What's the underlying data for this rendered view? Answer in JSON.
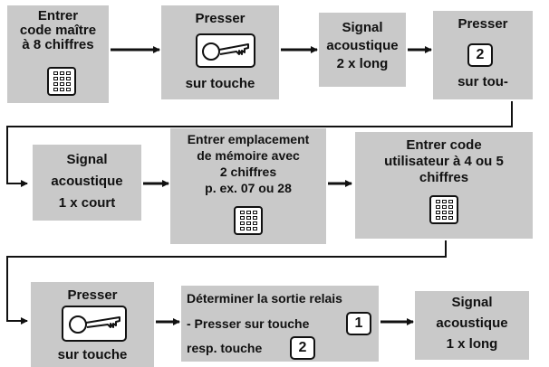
{
  "diagram": {
    "step1": {
      "lines": [
        "Entrer",
        "code maître",
        "à 8 chiffres"
      ],
      "icon": "keypad-icon"
    },
    "step2": {
      "line1": "Presser",
      "line2": "sur touche",
      "icon": "key-icon"
    },
    "step3": {
      "lines": [
        "Signal",
        "acoustique",
        "2 x long"
      ]
    },
    "step4": {
      "line1": "Presser",
      "key": "2",
      "line2": "sur tou-"
    },
    "step5": {
      "lines": [
        "Signal",
        "acoustique",
        "1 x court"
      ]
    },
    "step6": {
      "lines": [
        "Entrer emplacement",
        "de mémoire avec",
        "2 chiffres",
        "p. ex. 07 ou 28"
      ],
      "icon": "keypad-icon"
    },
    "step7": {
      "lines": [
        "Entrer code",
        "utilisateur à 4 ou 5",
        "chiffres"
      ],
      "icon": "keypad-icon"
    },
    "step8": {
      "line1": "Presser",
      "line2": "sur touche",
      "icon": "key-icon"
    },
    "step9": {
      "title": "Déterminer la sortie relais",
      "line2": "- Presser sur touche",
      "key1": "1",
      "line3": "resp. touche",
      "key2": "2"
    },
    "step10": {
      "lines": [
        "Signal",
        "acoustique",
        "1 x long"
      ]
    },
    "colors": {
      "box": "#c9c9c9",
      "ink": "#111111"
    }
  }
}
